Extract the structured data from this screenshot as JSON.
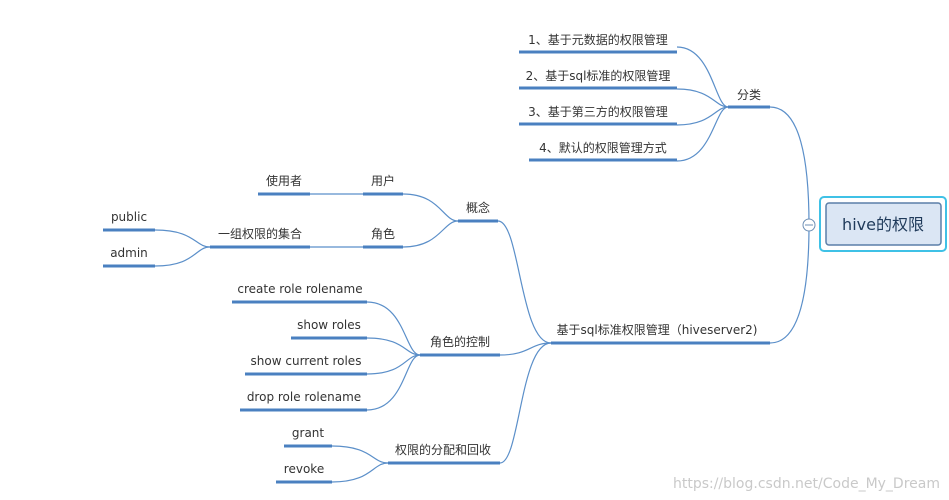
{
  "root": {
    "label": "hive的权限"
  },
  "classification": {
    "label": "分类",
    "items": [
      "1、基于元数据的权限管理",
      "2、基于sql标准的权限管理",
      "3、基于第三方的权限管理",
      "4、默认的权限管理方式"
    ]
  },
  "sql_standard": {
    "label": "基于sql标准权限管理（hiveserver2)",
    "concept": {
      "label": "概念",
      "user": {
        "label": "用户",
        "child": "使用者"
      },
      "role": {
        "label": "角色",
        "child": "一组权限的集合",
        "leaves": [
          "public",
          "admin"
        ]
      }
    },
    "role_control": {
      "label": "角色的控制",
      "items": [
        "create role rolename",
        "show roles",
        "show current roles",
        "drop role rolename"
      ]
    },
    "grant_revoke": {
      "label": "权限的分配和回收",
      "items": [
        "grant",
        "revoke"
      ]
    }
  },
  "watermark": "https://blog.csdn.net/Code_My_Dream"
}
